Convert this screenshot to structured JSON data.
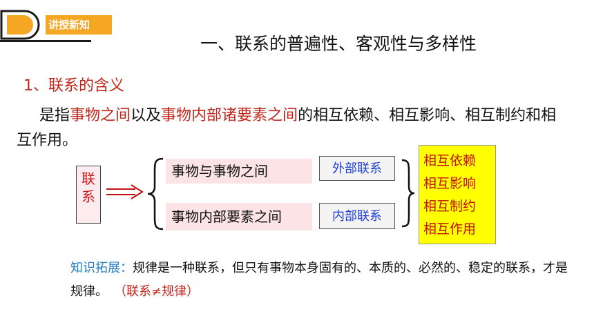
{
  "badge": {
    "label": "讲授新知",
    "color": "#f5a623"
  },
  "title": "一、联系的普遍性、客观性与多样性",
  "section": "1、联系的含义",
  "definition": {
    "p1": "是指",
    "r1": "事物之间",
    "p2": "以及",
    "r2": "事物内部诸要素之间",
    "p3": "的相互依赖、相互影响、相互制约和相互作用。"
  },
  "diagram": {
    "lianxi_top": "联",
    "lianxi_bottom": "系",
    "between": "事物与事物之间",
    "internal": "事物内部要素之间",
    "external_tag": "外部联系",
    "internal_tag": "内部联系",
    "modes": [
      "相互依赖",
      "相互影响",
      "相互制约",
      "相互作用"
    ]
  },
  "extension": {
    "label": "知识拓展：",
    "text": "规律是一种联系，但只有事物本身固有的、本质的、必然的、稳定的联系，才是规律。",
    "note": "（联系≠规律）"
  },
  "colors": {
    "red": "#c0261c",
    "blue": "#1f3fd6",
    "yellow": "#ffff00",
    "pink": "#fbe3e6"
  }
}
